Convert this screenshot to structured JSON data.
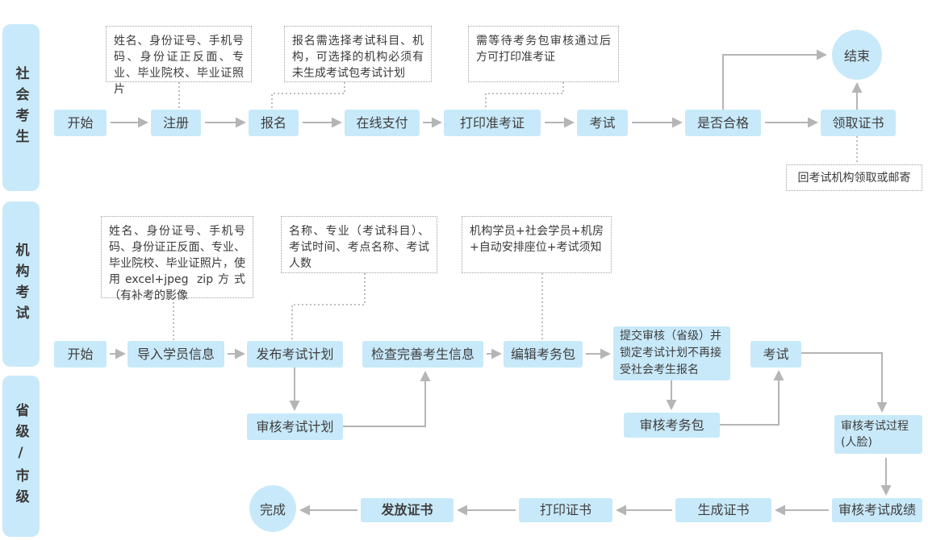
{
  "lanes": {
    "social": {
      "label": "社会考生"
    },
    "institution": {
      "label": "机构考试"
    },
    "provincial": {
      "label": "省级/市级"
    }
  },
  "nodes": {
    "start1": "开始",
    "register": "注册",
    "enroll": "报名",
    "pay": "在线支付",
    "print_ticket": "打印准考证",
    "exam1": "考试",
    "pass_check": "是否合格",
    "get_cert": "领取证书",
    "end": "结束",
    "start2": "开始",
    "import_students": "导入学员信息",
    "publish_plan": "发布考试计划",
    "check_info": "检查完善考生信息",
    "edit_pkg": "编辑考务包",
    "submit_review": "提交审核（省级）并锁定考试计划不再接受社会考生报名",
    "exam2": "考试",
    "review_plan": "审核考试计划",
    "review_pkg": "审核考务包",
    "review_process": "审核考试过程(人脸)",
    "review_score": "审核考试成绩",
    "gen_cert": "生成证书",
    "print_cert": "打印证书",
    "issue_cert": "发放证书",
    "done": "完成"
  },
  "annotations": {
    "register_note": "姓名、身份证号、手机号码、身份证正反面、专业、毕业院校、毕业证照片",
    "enroll_note": "报名需选择考试科目、机构，可选择的机构必须有未生成考试包考试计划",
    "print_note": "需等待考务包审核通过后方可打印准考证",
    "cert_pickup_note": "回考试机构领取或邮寄",
    "import_note": "姓名、身份证号、手机号码、身份证正反面、专业、毕业院校、毕业证照片，使用excel+jpeg zip方式（有补考的影像",
    "plan_note": "名称、专业（考试科目）、考试时间、考点名称、考试人数",
    "pkg_note": "机构学员+社会学员+机房+自动安排座位+考试须知"
  },
  "colors": {
    "node_fill": "#c8e9f9",
    "arrow": "#b5b5b5",
    "dotted_line": "#a8a8a8",
    "text": "#3e3e3e"
  }
}
